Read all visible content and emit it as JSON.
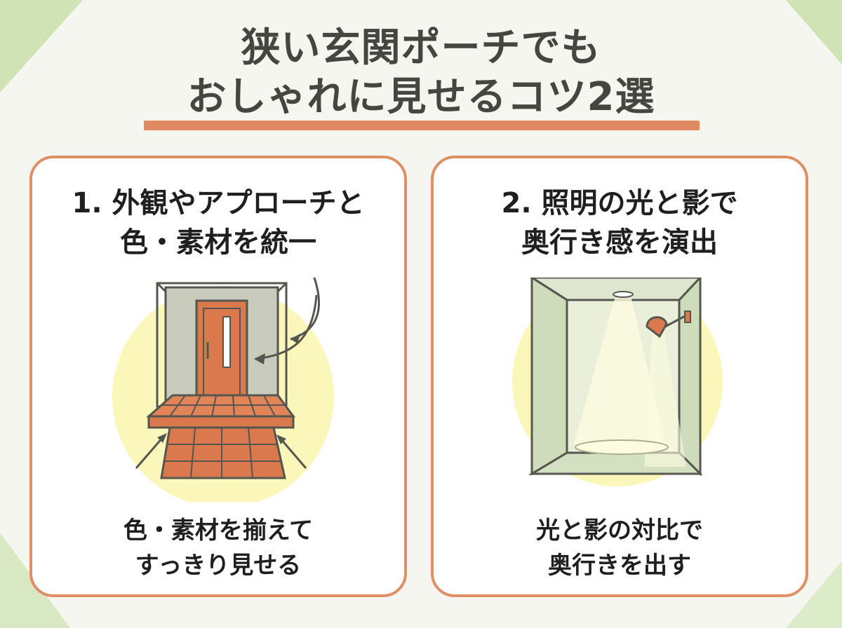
{
  "title": {
    "line1": "狭い玄関ポーチでも",
    "line2": "おしゃれに見せるコツ2選"
  },
  "colors": {
    "accent": "#e08a63",
    "card_border": "#de8f66",
    "title_text": "#45463f",
    "background": "#f6f6f1",
    "corner_green": "#cfe3b4",
    "glow_yellow": "#fbf6b9",
    "tile": "#d9794d"
  },
  "cards": [
    {
      "title_line1": "1. 外観やアプローチと",
      "title_line2": "色・素材を統一",
      "caption_line1": "色・素材を揃えて",
      "caption_line2": "すっきり見せる",
      "icon": "entrance-door-illustration"
    },
    {
      "title_line1": "2. 照明の光と影で",
      "title_line2": "奥行き感を演出",
      "caption_line1": "光と影の対比で",
      "caption_line2": "奥行きを出す",
      "icon": "lit-room-illustration"
    }
  ]
}
